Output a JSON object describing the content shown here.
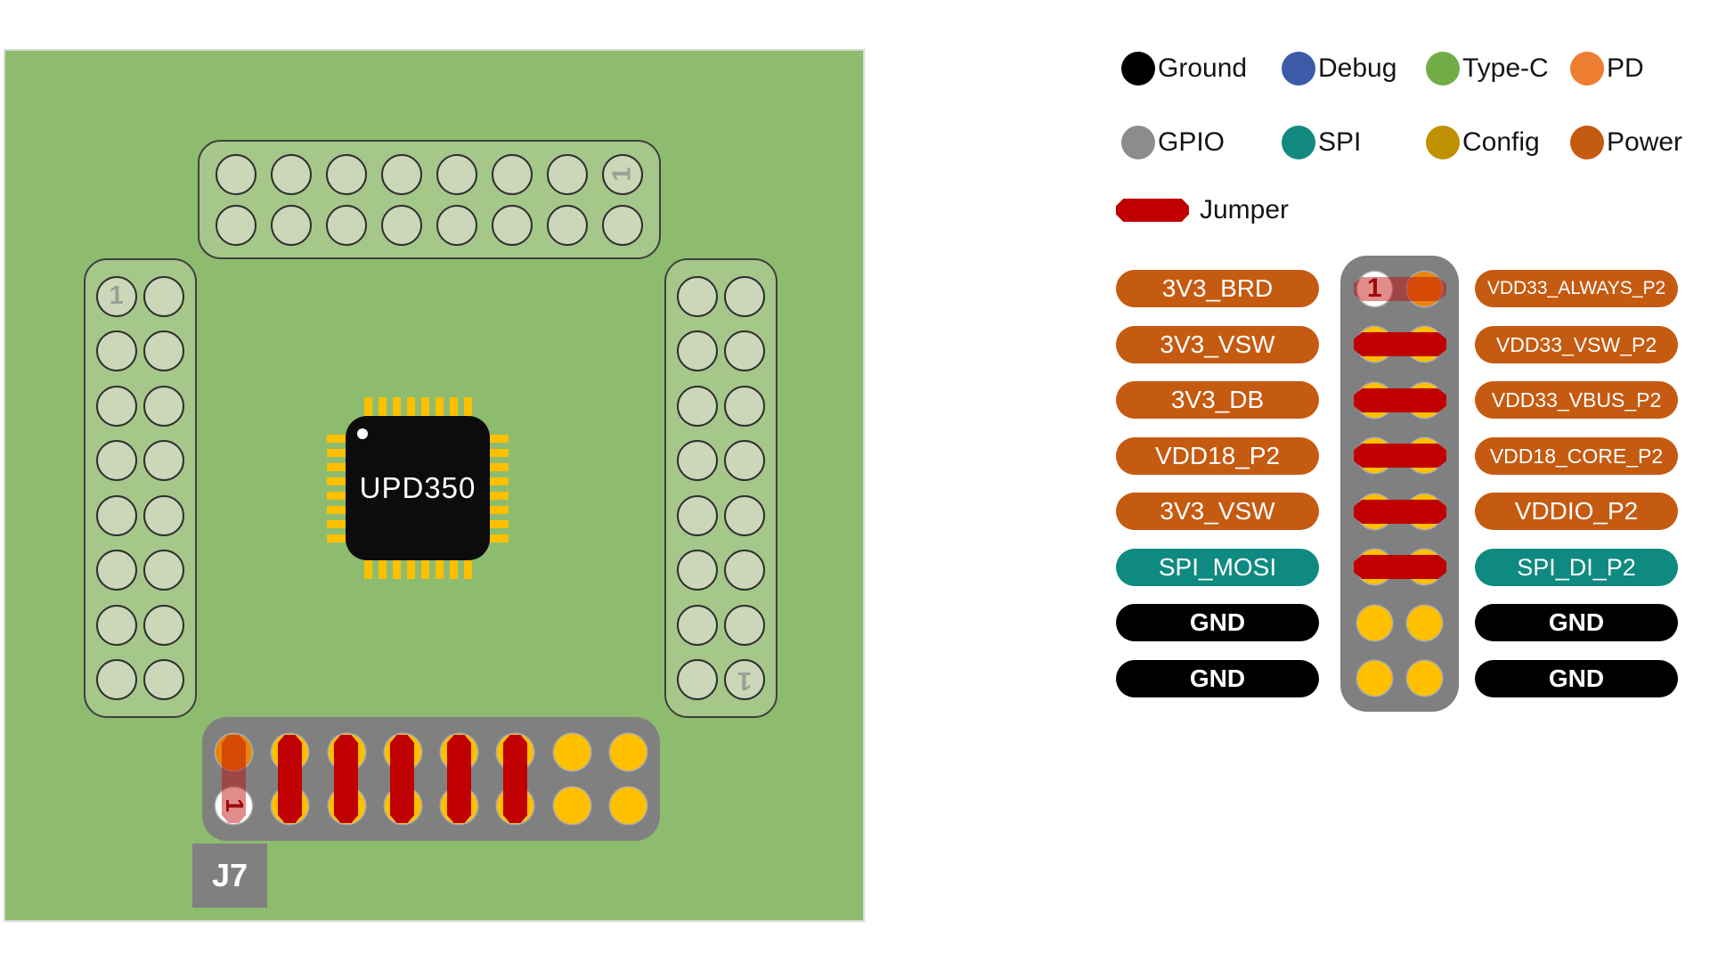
{
  "legend": {
    "categories": [
      {
        "label": "Ground",
        "color": "#000000"
      },
      {
        "label": "Debug",
        "color": "#3B5BA8"
      },
      {
        "label": "Type-C",
        "color": "#70AD47"
      },
      {
        "label": "PD",
        "color": "#ED7D31"
      },
      {
        "label": "GPIO",
        "color": "#8C8C8C"
      },
      {
        "label": "SPI",
        "color": "#12897F"
      },
      {
        "label": "Config",
        "color": "#BF9000"
      },
      {
        "label": "Power",
        "color": "#C55A11"
      }
    ],
    "jumper_label": "Jumper",
    "jumper_color": "#C00000"
  },
  "board": {
    "chip_label": "UPD350",
    "connector_ref": "J7",
    "pin1": "1"
  },
  "pinout": {
    "left": [
      {
        "text": "3V3_BRD",
        "type": "power"
      },
      {
        "text": "3V3_VSW",
        "type": "power"
      },
      {
        "text": "3V3_DB",
        "type": "power"
      },
      {
        "text": "VDD18_P2",
        "type": "power"
      },
      {
        "text": "3V3_VSW",
        "type": "power"
      },
      {
        "text": "SPI_MOSI",
        "type": "spi"
      },
      {
        "text": "GND",
        "type": "ground"
      },
      {
        "text": "GND",
        "type": "ground"
      }
    ],
    "right": [
      {
        "text": "VDD33_ALWAYS_P2",
        "type": "power"
      },
      {
        "text": "VDD33_VSW_P2",
        "type": "power"
      },
      {
        "text": "VDD33_VBUS_P2",
        "type": "power"
      },
      {
        "text": "VDD18_CORE_P2",
        "type": "power"
      },
      {
        "text": "VDDIO_P2",
        "type": "power"
      },
      {
        "text": "SPI_DI_P2",
        "type": "spi"
      },
      {
        "text": "GND",
        "type": "ground"
      },
      {
        "text": "GND",
        "type": "ground"
      }
    ]
  },
  "colors": {
    "board_green": "#8DBC6E",
    "header_green": "#A5C789",
    "connector_gray": "#808080",
    "pad_gold": "#FFC000",
    "pad_orange": "#E8850E",
    "jumper_red": "#C00000",
    "power_orange": "#C55A11",
    "spi_teal": "#0F8A80",
    "ground_black": "#000000"
  }
}
